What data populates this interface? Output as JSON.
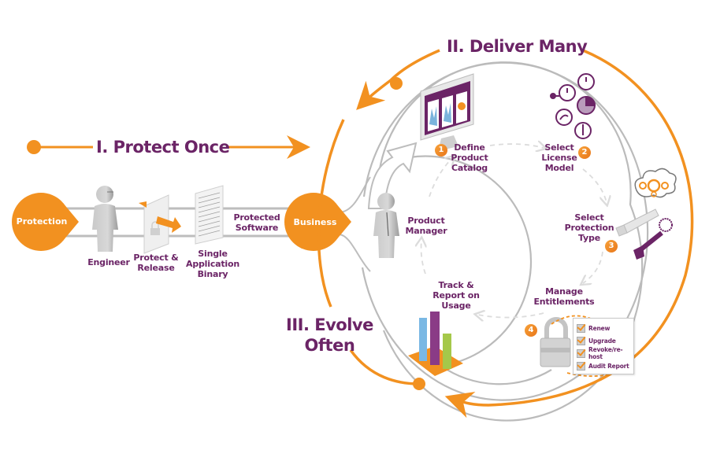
{
  "colors": {
    "orange": "#f29120",
    "purple": "#6b2466",
    "gray_ring": "#b9b9b9",
    "dashed_ring": "#e2e2e2"
  },
  "phases": {
    "protect_once": "I. Protect Once",
    "deliver_many": "II. Deliver Many",
    "evolve_often": "III. Evolve\nOften"
  },
  "nodes": {
    "protection": "Protection",
    "business": "Business"
  },
  "flow_labels": {
    "engineer": "Engineer",
    "protect_release": "Protect &\nRelease",
    "single_binary": "Single\nApplication\nBinary",
    "protected_software": "Protected\nSoftware",
    "product_manager": "Product\nManager"
  },
  "cycle_steps": [
    {
      "number": "1",
      "label": "Define\nProduct\nCatalog",
      "icon": "monitor-catalog-icon"
    },
    {
      "number": "2",
      "label": "Select\nLicense\nModel",
      "icon": "license-model-icons"
    },
    {
      "number": "3",
      "label": "Select\nProtection\nType",
      "icon": "usb-key-icon"
    },
    {
      "number": "4",
      "label": "Manage\nEntitlements",
      "icon": "padlock-icon"
    },
    {
      "number": "",
      "label": "Track &\nReport on\nUsage",
      "icon": "bar-chart-icon"
    }
  ],
  "entitlement_actions": [
    "Renew",
    "Upgrade",
    "Revoke/re-host",
    "Audit Report"
  ],
  "icons": {
    "engineer": "engineer-figure-icon",
    "protect": "protect-document-icon",
    "binary": "binary-document-icon",
    "manager": "manager-figure-icon",
    "cloud": "cloud-gears-icon",
    "key": "key-icon",
    "usb": "usb-dongle-icon"
  }
}
